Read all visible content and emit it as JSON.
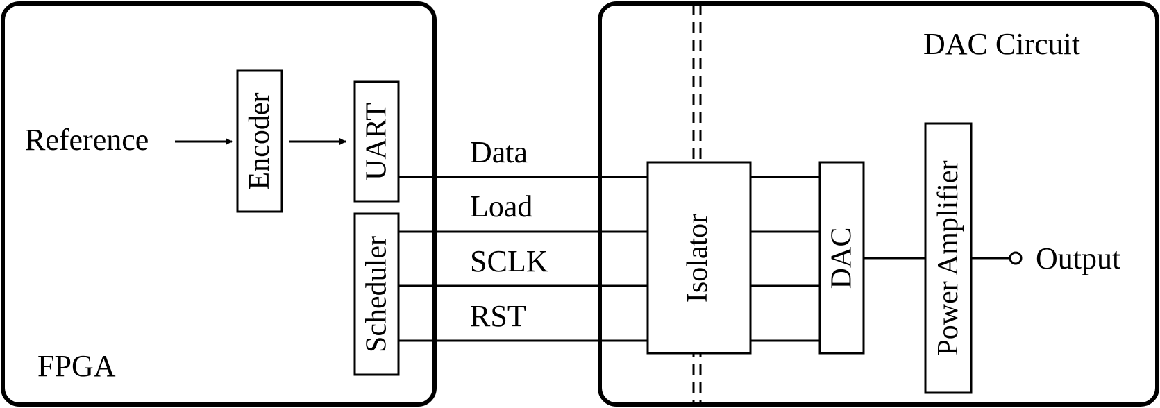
{
  "diagram": {
    "fpga_label": "FPGA",
    "dac_circuit_label": "DAC Circuit",
    "input_label": "Reference",
    "output_label": "Output",
    "blocks": {
      "encoder": "Encoder",
      "uart": "UART",
      "scheduler": "Scheduler",
      "isolator": "Isolator",
      "dac": "DAC",
      "power_amplifier": "Power Amplifier"
    },
    "signals": [
      "Data",
      "Load",
      "SCLK",
      "RST"
    ]
  }
}
